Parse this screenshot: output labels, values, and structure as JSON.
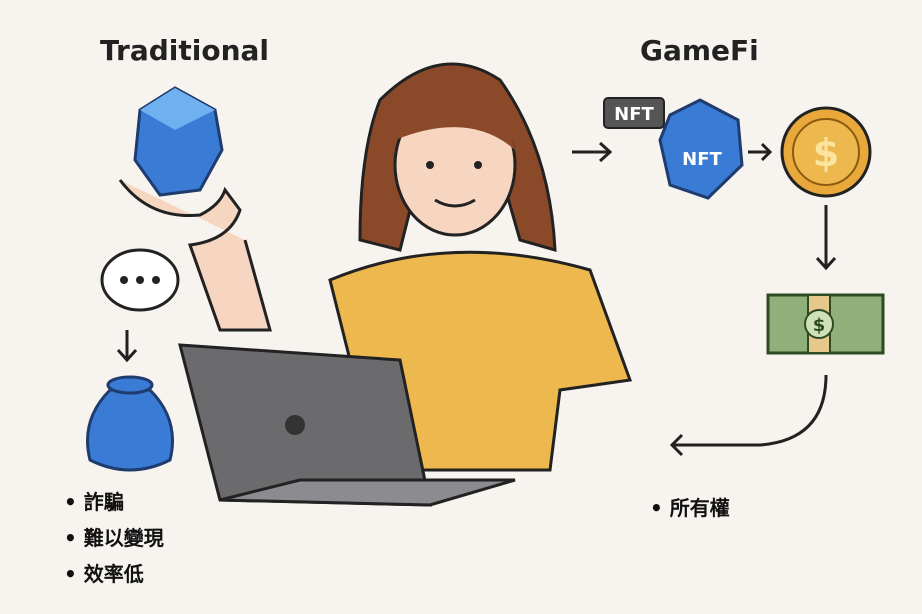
{
  "left_panel": {
    "title": "Traditional",
    "bullets": [
      "詐騙",
      "難以變現",
      "效率低"
    ],
    "chat_bubble_text": "•••"
  },
  "right_panel": {
    "title": "GameFi",
    "nft_tag": "NFT",
    "nft_gem_label": "NFT",
    "coin_symbol": "$",
    "cash_symbol": "$",
    "bullets": [
      "所有權"
    ]
  },
  "colors": {
    "background": "#f7f4f0",
    "gem_blue": "#3a7bd5",
    "coin_gold": "#e8a93a",
    "shirt_yellow": "#edb94e",
    "hair_brown": "#8a4a2a",
    "laptop_gray": "#6b6b6e",
    "cash_green": "#8fb07a"
  }
}
